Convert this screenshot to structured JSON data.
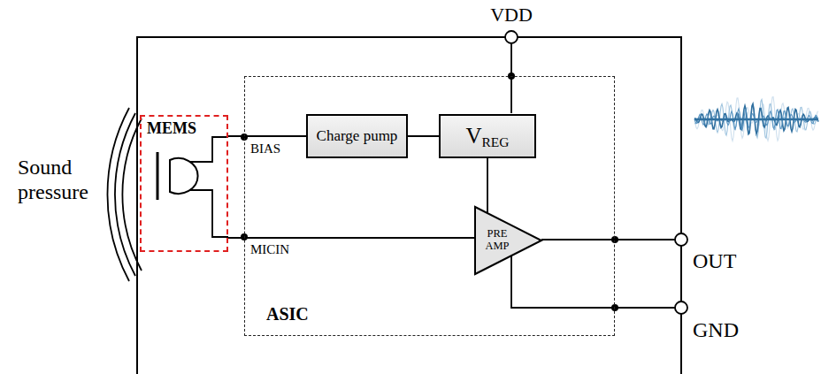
{
  "diagram": {
    "nodes": [
      {
        "text": [
          "MEMS"
        ]
      },
      {
        "text": [
          "ASIC"
        ]
      },
      {
        "text": [
          "Charge pump"
        ],
        "in": 1
      },
      {
        "text": [
          "VREG"
        ],
        "in": 1
      },
      {
        "text": [
          "PRE AMP"
        ],
        "in": 1
      }
    ],
    "edges": [
      {
        "from": 0,
        "to": 2,
        "arrow": "none"
      },
      {
        "from": 0,
        "to": 4,
        "arrow": "none"
      },
      {
        "from": 2,
        "to": 3,
        "arrow": "none"
      },
      {
        "from": 3,
        "to": 4,
        "arrow": "none"
      }
    ],
    "labels": [
      "Sound pressure",
      "VDD",
      "BIAS",
      "MICIN",
      "OUT",
      "GND"
    ]
  }
}
